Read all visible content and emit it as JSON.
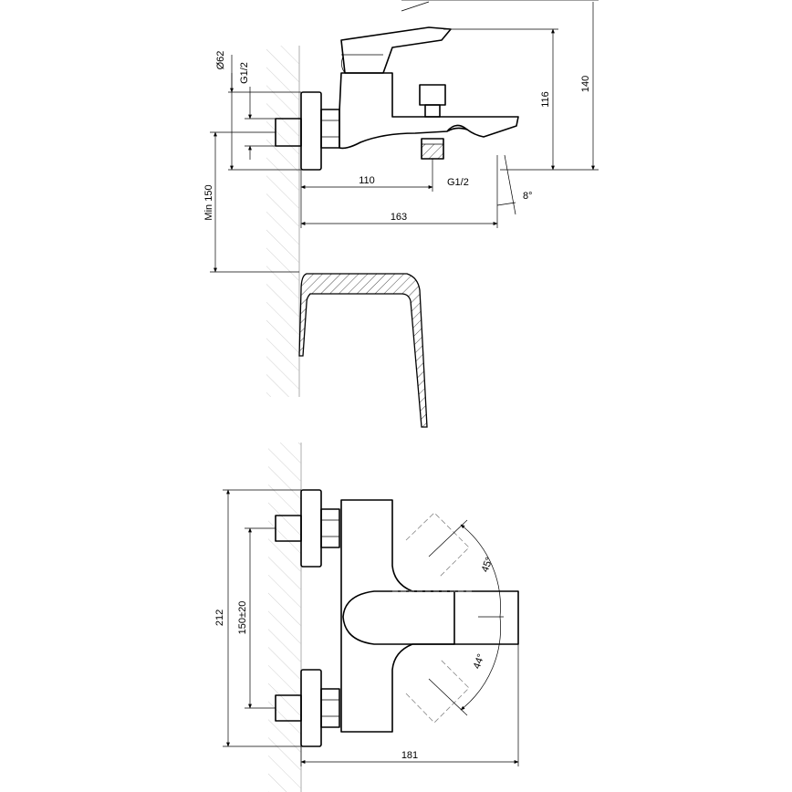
{
  "side_view": {
    "dims": {
      "dia62": "Ø62",
      "g12_left": "G1/2",
      "min150": "Min 150",
      "d110": "110",
      "g12_bottom": "G1/2",
      "angle8": "8°",
      "d163": "163",
      "d116": "116",
      "d140": "140"
    }
  },
  "top_view": {
    "dims": {
      "d212": "212",
      "d150": "150±20",
      "d181": "181",
      "angle45": "45°",
      "angle44": "44°"
    }
  }
}
